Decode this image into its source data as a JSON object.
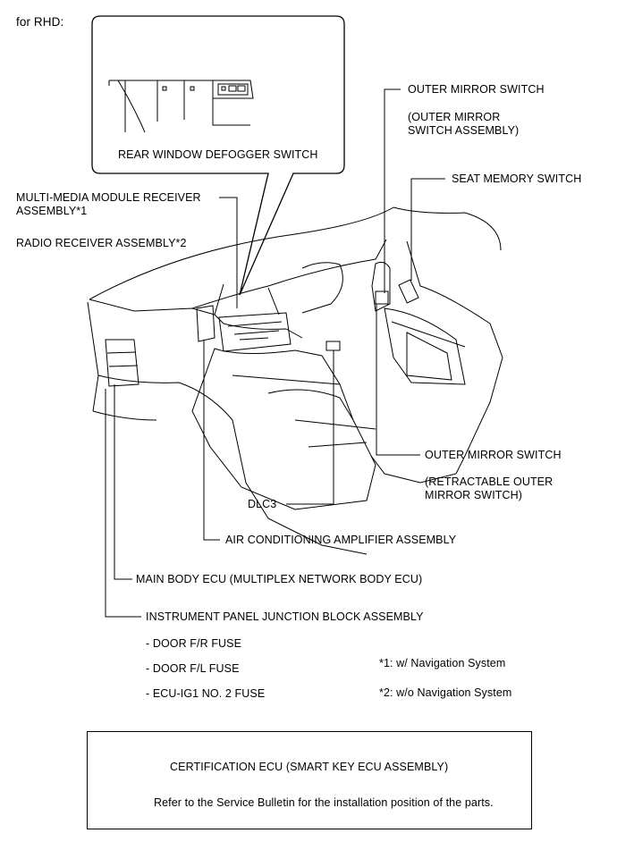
{
  "header": {
    "variant": "for RHD:"
  },
  "callout": {
    "label": "REAR WINDOW DEFOGGER SWITCH"
  },
  "labels": {
    "multimedia": "MULTI-MEDIA MODULE RECEIVER\nASSEMBLY*1",
    "radio": "RADIO RECEIVER ASSEMBLY*2",
    "outer_mirror_top": "OUTER MIRROR SWITCH",
    "outer_mirror_top_sub": "(OUTER MIRROR\nSWITCH ASSEMBLY)",
    "seat_memory": "SEAT MEMORY SWITCH",
    "outer_mirror_bottom": "OUTER MIRROR SWITCH",
    "outer_mirror_bottom_sub": "(RETRACTABLE OUTER\nMIRROR SWITCH)",
    "dlc3": "DLC3",
    "air_con": "AIR CONDITIONING AMPLIFIER ASSEMBLY",
    "main_body_ecu": "MAIN BODY ECU (MULTIPLEX NETWORK BODY ECU)",
    "junction_block": "INSTRUMENT PANEL JUNCTION BLOCK ASSEMBLY"
  },
  "fuses": [
    "- DOOR F/R FUSE",
    "- DOOR F/L FUSE",
    "- ECU-IG1 NO. 2 FUSE"
  ],
  "notes": [
    "*1: w/ Navigation System",
    "*2: w/o Navigation System"
  ],
  "bottom_box": {
    "label": "CERTIFICATION ECU (SMART KEY ECU ASSEMBLY)",
    "note": "Refer to the Service Bulletin for the installation position of the parts."
  }
}
